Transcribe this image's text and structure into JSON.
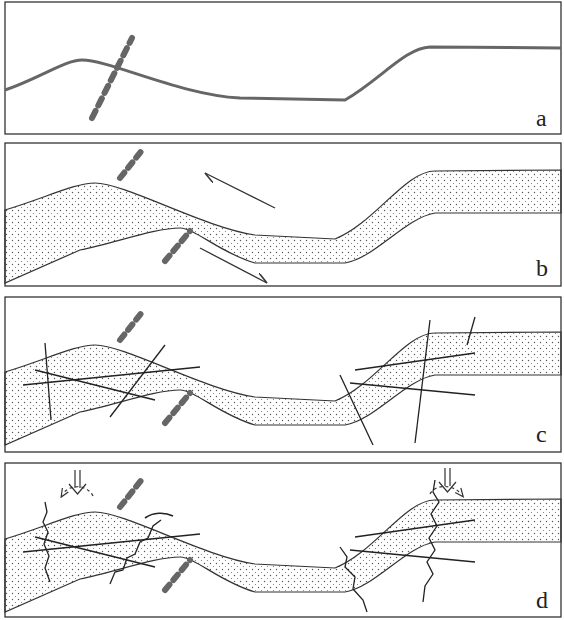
{
  "diagram": {
    "labels": [
      "a",
      "b",
      "c",
      "d"
    ]
  }
}
